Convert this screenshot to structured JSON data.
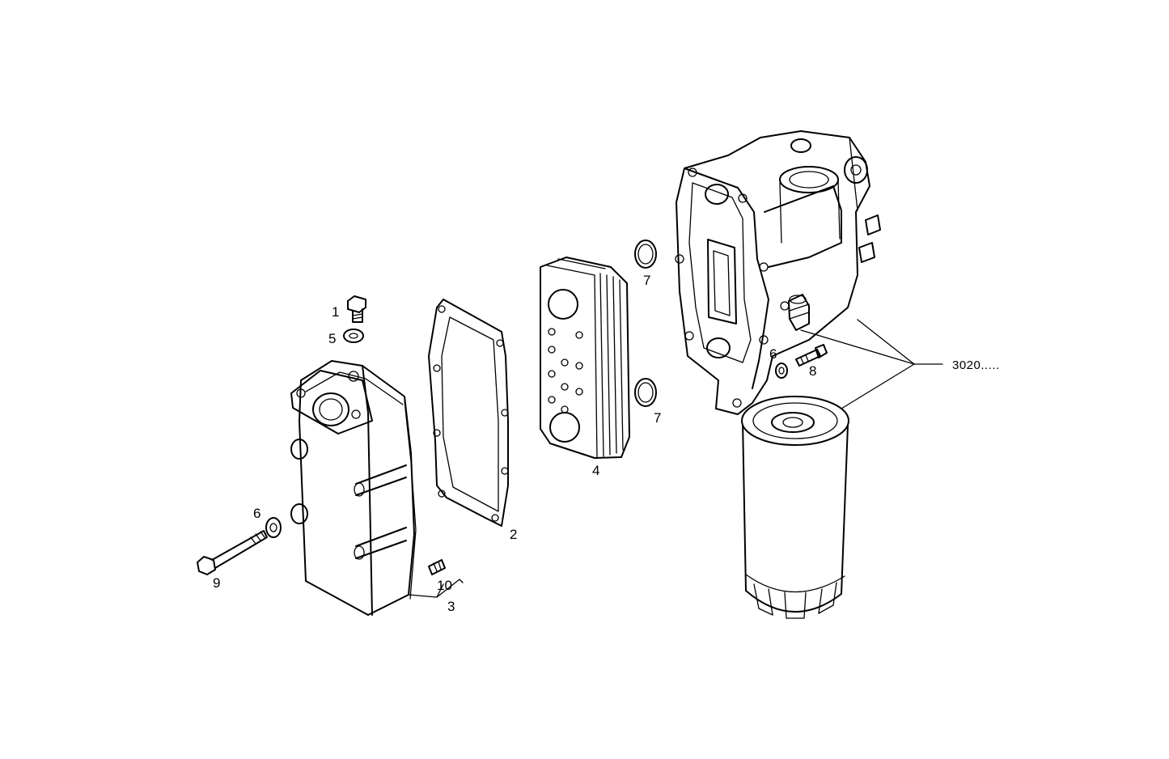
{
  "parts": [
    {
      "id": "1",
      "label": "1",
      "part": "bolt"
    },
    {
      "id": "5",
      "label": "5",
      "part": "washer"
    },
    {
      "id": "2",
      "label": "2",
      "part": "gasket"
    },
    {
      "id": "4",
      "label": "4",
      "part": "oil-cooler-core"
    },
    {
      "id": "7a",
      "label": "7",
      "part": "o-ring"
    },
    {
      "id": "7b",
      "label": "7",
      "part": "o-ring"
    },
    {
      "id": "6a",
      "label": "6",
      "part": "washer"
    },
    {
      "id": "8",
      "label": "8",
      "part": "screw"
    },
    {
      "id": "6b",
      "label": "6",
      "part": "washer"
    },
    {
      "id": "9",
      "label": "9",
      "part": "long-bolt"
    },
    {
      "id": "10",
      "label": "10",
      "part": "stud"
    },
    {
      "id": "3",
      "label": "3",
      "part": "cooler-cover"
    }
  ],
  "reference": {
    "label": "3020....."
  },
  "colors": {
    "ink": "#000000",
    "paper": "#ffffff"
  }
}
